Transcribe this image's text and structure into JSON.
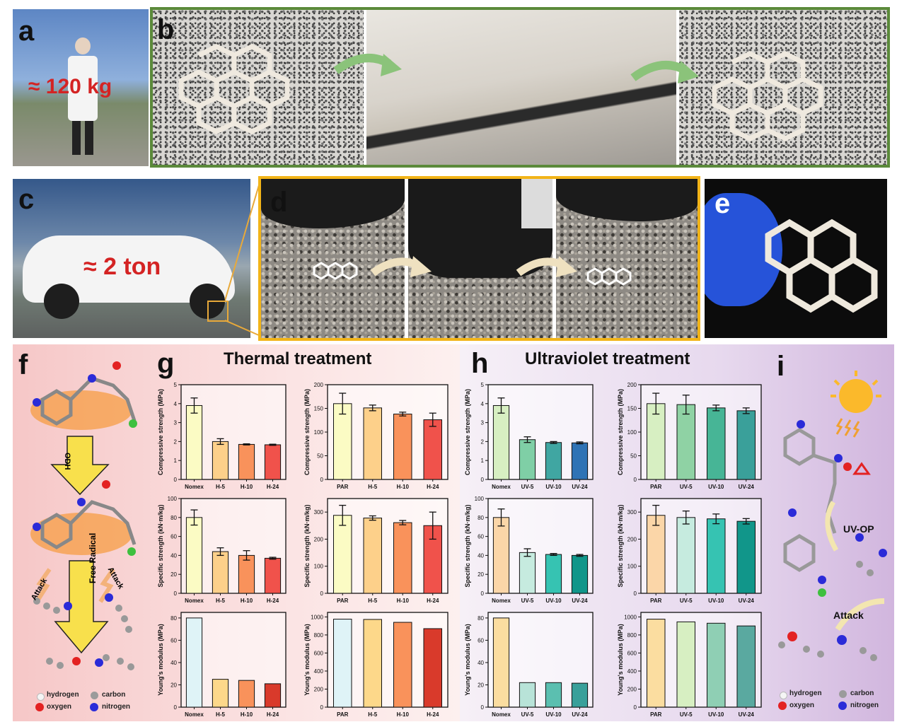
{
  "panels": {
    "a": {
      "letter": "a",
      "label": "≈ 120 kg"
    },
    "b": {
      "letter": "b"
    },
    "c": {
      "letter": "c",
      "label": "≈ 2 ton"
    },
    "d": {
      "letter": "d"
    },
    "e": {
      "letter": "e"
    },
    "f": {
      "letter": "f",
      "odh": "ODH",
      "attack": "Attack",
      "free_radical": "Free Radical"
    },
    "g": {
      "letter": "g",
      "title": "Thermal treatment"
    },
    "h": {
      "letter": "h",
      "title": "Ultraviolet treatment"
    },
    "i": {
      "letter": "i",
      "uvop": "UV-OP",
      "attack": "Attack"
    }
  },
  "legend": {
    "hydrogen": "hydrogen",
    "carbon": "carbon",
    "oxygen": "oxygen",
    "nitrogen": "nitrogen"
  },
  "colors": {
    "thermal_nomex": [
      "#fbfbc4",
      "#fdd08a",
      "#f9925b",
      "#f0524b"
    ],
    "thermal_par": [
      "#fbfbc4",
      "#fdd08a",
      "#f9925b",
      "#f0524b"
    ],
    "thermal_young_nomex": [
      "#dff3f7",
      "#fdd88a",
      "#f9925b",
      "#d93a2b"
    ],
    "thermal_young_par": [
      "#dff3f7",
      "#fdd88a",
      "#f9925b",
      "#d93a2b"
    ],
    "uv_nomex": [
      "#d7efc2",
      "#7fcfa6",
      "#40a6a2",
      "#2f73b5"
    ],
    "uv_par": [
      "#d7efc2",
      "#8fd2a4",
      "#47b596",
      "#3aa09a"
    ],
    "uv_spec_nomex": [
      "#fbd6a8",
      "#c6ebdf",
      "#36c3b2",
      "#11968a"
    ],
    "uv_spec_par": [
      "#fbd6a8",
      "#c6ebdf",
      "#36c3b2",
      "#11968a"
    ],
    "uv_young_nomex": [
      "#fbdda0",
      "#b8e3d8",
      "#5bbfb0",
      "#39a09a"
    ],
    "uv_young_par": [
      "#fbdda0",
      "#d7efc2",
      "#8fcfb4",
      "#5aa9a0"
    ]
  },
  "chart_data": [
    {
      "id": "g1",
      "type": "bar",
      "categories": [
        "Nomex",
        "H-5",
        "H-10",
        "H-24"
      ],
      "values": [
        3.9,
        2.0,
        1.85,
        1.83
      ],
      "errors": [
        0.4,
        0.15,
        0.03,
        0.03
      ],
      "ylabel": "Compressive strength (MPa)",
      "ylim": [
        0,
        5
      ],
      "yticks": [
        0,
        1,
        2,
        3,
        4,
        5
      ]
    },
    {
      "id": "g2",
      "type": "bar",
      "categories": [
        "PAR",
        "H-5",
        "H-10",
        "H-24"
      ],
      "values": [
        160,
        151,
        138,
        126
      ],
      "errors": [
        22,
        6,
        4,
        14
      ],
      "ylabel": "Compressive strength (MPa)",
      "ylim": [
        0,
        200
      ],
      "yticks": [
        0,
        50,
        100,
        150,
        200
      ]
    },
    {
      "id": "g3",
      "type": "bar",
      "categories": [
        "Nomex",
        "H-5",
        "H-10",
        "H-24"
      ],
      "values": [
        80,
        44,
        40,
        37
      ],
      "errors": [
        8,
        4,
        5,
        1
      ],
      "ylabel": "Specific strength (kN·m/kg)",
      "ylim": [
        0,
        100
      ],
      "yticks": [
        0,
        20,
        40,
        60,
        80,
        100
      ]
    },
    {
      "id": "g4",
      "type": "bar",
      "categories": [
        "PAR",
        "H-5",
        "H-10",
        "H-24"
      ],
      "values": [
        288,
        278,
        261,
        250
      ],
      "errors": [
        37,
        8,
        8,
        50
      ],
      "ylabel": "Specific strength (kN·m/kg)",
      "ylim": [
        0,
        350
      ],
      "yticks": [
        0,
        100,
        200,
        300
      ]
    },
    {
      "id": "g5",
      "type": "bar",
      "categories": [
        "Nomex",
        "H-5",
        "H-10",
        "H-24"
      ],
      "values": [
        80,
        25,
        24,
        21
      ],
      "ylabel": "Young's modulus (MPa)",
      "ylim": [
        0,
        85
      ],
      "yticks": [
        0,
        20,
        40,
        60,
        80
      ]
    },
    {
      "id": "g6",
      "type": "bar",
      "categories": [
        "PAR",
        "H-5",
        "H-10",
        "H-24"
      ],
      "values": [
        975,
        972,
        940,
        870
      ],
      "ylabel": "Young's modulus (MPa)",
      "ylim": [
        0,
        1050
      ],
      "yticks": [
        0,
        200,
        400,
        600,
        800,
        1000
      ]
    },
    {
      "id": "h1",
      "type": "bar",
      "categories": [
        "Nomex",
        "UV-5",
        "UV-10",
        "UV-24"
      ],
      "values": [
        3.9,
        2.1,
        1.95,
        1.93
      ],
      "errors": [
        0.4,
        0.15,
        0.05,
        0.05
      ],
      "ylabel": "Compressive strength (MPa)",
      "ylim": [
        0,
        5
      ],
      "yticks": [
        0,
        1,
        2,
        3,
        4,
        5
      ]
    },
    {
      "id": "h2",
      "type": "bar",
      "categories": [
        "PAR",
        "UV-5",
        "UV-10",
        "UV-24"
      ],
      "values": [
        160,
        158,
        151,
        145
      ],
      "errors": [
        22,
        20,
        6,
        6
      ],
      "ylabel": "Compressive strength (MPa)",
      "ylim": [
        0,
        200
      ],
      "yticks": [
        0,
        50,
        100,
        150,
        200
      ]
    },
    {
      "id": "h3",
      "type": "bar",
      "categories": [
        "Nomex",
        "UV-5",
        "UV-10",
        "UV-24"
      ],
      "values": [
        80,
        43,
        41,
        40
      ],
      "errors": [
        9,
        4,
        1,
        1
      ],
      "ylabel": "Specific strength (kN·m/kg)",
      "ylim": [
        0,
        100
      ],
      "yticks": [
        0,
        20,
        40,
        60,
        80,
        100
      ]
    },
    {
      "id": "h4",
      "type": "bar",
      "categories": [
        "PAR",
        "UV-5",
        "UV-10",
        "UV-24"
      ],
      "values": [
        288,
        280,
        275,
        266
      ],
      "errors": [
        37,
        24,
        18,
        10
      ],
      "ylabel": "Specific strength (kN·m/kg)",
      "ylim": [
        0,
        350
      ],
      "yticks": [
        0,
        100,
        200,
        300
      ]
    },
    {
      "id": "h5",
      "type": "bar",
      "categories": [
        "Nomex",
        "UV-5",
        "UV-10",
        "UV-24"
      ],
      "values": [
        80,
        22,
        22,
        21.5
      ],
      "ylabel": "Young's modulus (MPa)",
      "ylim": [
        0,
        85
      ],
      "yticks": [
        0,
        20,
        40,
        60,
        80
      ]
    },
    {
      "id": "h6",
      "type": "bar",
      "categories": [
        "PAR",
        "UV-5",
        "UV-10",
        "UV-24"
      ],
      "values": [
        975,
        945,
        930,
        900
      ],
      "ylabel": "Young's modulus (MPa)",
      "ylim": [
        0,
        1050
      ],
      "yticks": [
        0,
        200,
        400,
        600,
        800,
        1000
      ]
    }
  ]
}
